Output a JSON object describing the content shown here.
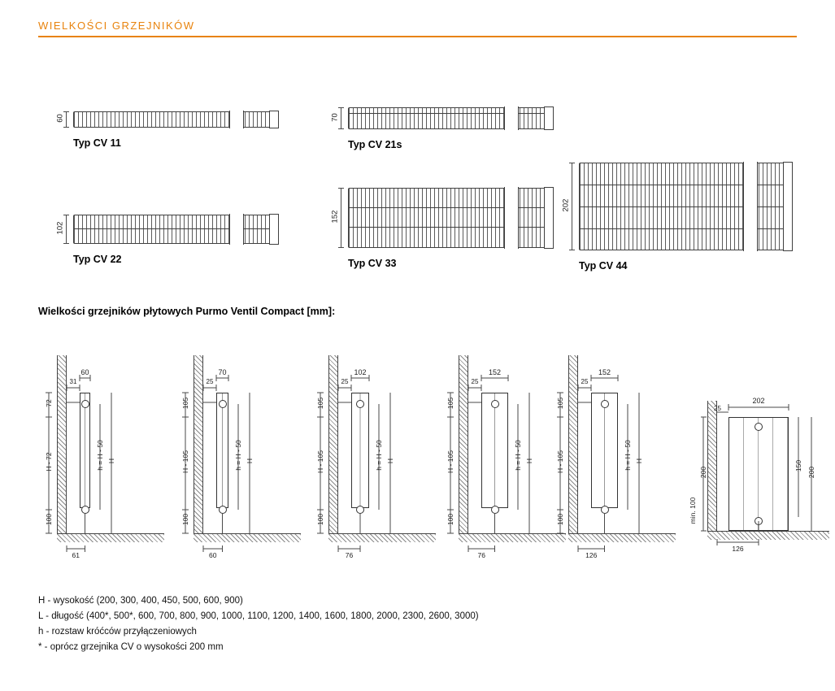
{
  "page": {
    "title": "WIELKOŚCI GRZEJNIKÓW"
  },
  "cross_sections": [
    {
      "label": "Typ CV 11",
      "depth": "60"
    },
    {
      "label": "Typ CV 21s",
      "depth": "70"
    },
    {
      "label": "Typ CV 22",
      "depth": "102"
    },
    {
      "label": "Typ CV 33",
      "depth": "152"
    },
    {
      "label": "Typ CV 44",
      "depth": "202"
    }
  ],
  "section_title": "Wielkości grzejników płytowych Purmo Ventil Compact [mm]:",
  "side_views": [
    {
      "depth": "60",
      "wall_gap": "31",
      "top_offset": "72",
      "height_minus": "H - 72",
      "bottom_height": "100",
      "pipe_spacing": "h = H - 50",
      "overall_height": "H",
      "bottom_offset": "61"
    },
    {
      "depth": "70",
      "wall_gap": "25",
      "top_offset": "105",
      "height_minus": "H - 105",
      "bottom_height": "100",
      "pipe_spacing": "h = H - 50",
      "overall_height": "H",
      "bottom_offset": "60"
    },
    {
      "depth": "102",
      "wall_gap": "25",
      "top_offset": "105",
      "height_minus": "H - 105",
      "bottom_height": "100",
      "pipe_spacing": "h = H - 50",
      "overall_height": "H",
      "bottom_offset": "76"
    },
    {
      "depth": "152",
      "wall_gap": "25",
      "top_offset": "105",
      "height_minus": "H - 105",
      "bottom_height": "100",
      "pipe_spacing": "h = H - 50",
      "overall_height": "H",
      "bottom_offset": "76"
    },
    {
      "depth": "152",
      "wall_gap": "25",
      "top_offset": "105",
      "height_minus": "H - 105",
      "bottom_height": "100",
      "pipe_spacing": "h = H - 50",
      "overall_height": "H",
      "bottom_offset": "126"
    }
  ],
  "detail_view": {
    "depth": "202",
    "wall_gap": "25",
    "left_height": "200",
    "min_clearance": "min. 100",
    "inner_height": "150",
    "right_height": "200",
    "bottom_offset": "126"
  },
  "footnotes": [
    "H - wysokość (200, 300, 400, 450, 500, 600, 900)",
    "L - długość (400*, 500*, 600, 700, 800, 900, 1000, 1100, 1200, 1400, 1600, 1800, 2000, 2300, 2600, 3000)",
    "h - rozstaw króćców przyłączeniowych",
    "* - oprócz grzejnika CV o wysokości 200 mm"
  ]
}
